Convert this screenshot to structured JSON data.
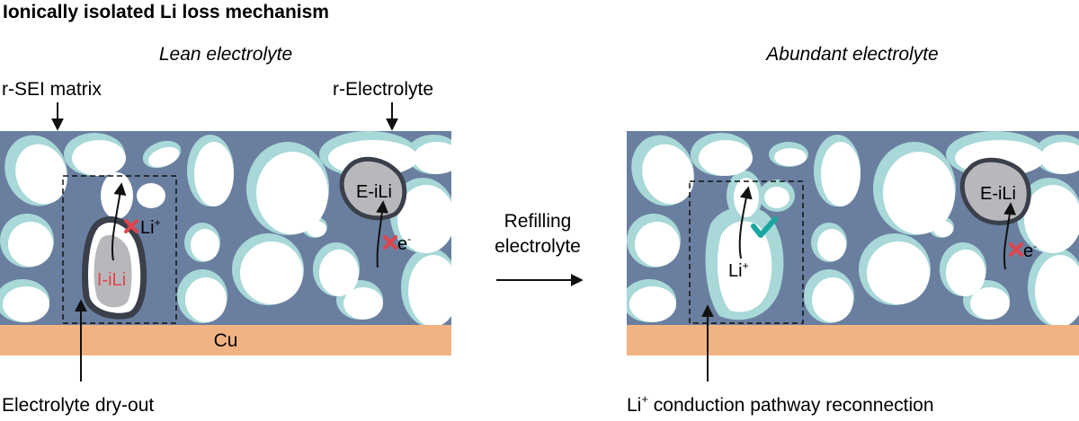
{
  "title": "Ionically isolated Li loss mechanism",
  "left_panel": {
    "subtitle": "Lean electrolyte",
    "callout_sei": "r-SEI matrix",
    "callout_electrolyte": "r-Electrolyte",
    "substrate": "Cu",
    "tag_iili": "I-iLi",
    "tag_eili": "E-iLi",
    "li_ion": "Li",
    "li_sup": "+",
    "electron": "e",
    "electron_sup": "-",
    "bottom_label": "Electrolyte dry-out"
  },
  "middle": {
    "line1": "Refilling",
    "line2": "electrolyte"
  },
  "right_panel": {
    "subtitle": "Abundant electrolyte",
    "tag_eili": "E-iLi",
    "li_ion": "Li",
    "li_sup": "+",
    "electron": "e",
    "electron_sup": "-",
    "bottom_label_li": "Li",
    "bottom_label_sup": "+",
    "bottom_label_rest": " conduction pathway reconnection"
  },
  "colors": {
    "matrix": "#6a7fa0",
    "electrolyte": "#a8d8d8",
    "void": "#ffffff",
    "cu": "#f2b383",
    "isolated_li": "#b8b8bc",
    "cross": "#e0444a",
    "check": "#1aa6a0",
    "iili_text": "#e0444a"
  }
}
